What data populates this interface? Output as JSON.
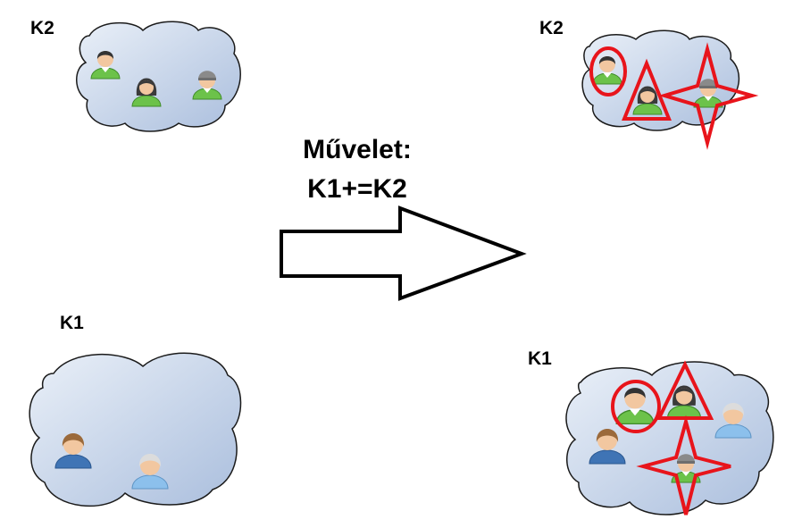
{
  "labels": {
    "k2_before": "K2",
    "k1_before": "K1",
    "k2_after": "K2",
    "k1_after": "K1"
  },
  "operation": {
    "line1": "Művelet:",
    "line2": "K1+=K2"
  },
  "colors": {
    "cloud_fill_light": "#e3ebf6",
    "cloud_fill_dark": "#b4c6e2",
    "cloud_stroke": "#1b1b1b",
    "highlight": "#e8141b",
    "green_body": "#6cc24a",
    "blue_body": "#4d82c4",
    "light_blue_body": "#8fc2ee"
  },
  "persons": {
    "k2_before": [
      "green-dark-hair",
      "green-long-hair",
      "green-grey-cap"
    ],
    "k1_before": [
      "blue-brown-hair",
      "blue-white-hair"
    ],
    "k2_after": [
      "green-dark-hair",
      "green-long-hair",
      "green-grey-cap"
    ],
    "k1_after": [
      "blue-brown-hair",
      "green-dark-hair",
      "green-long-hair",
      "blue-white-hair",
      "green-grey-cap"
    ]
  },
  "markers": [
    "circle",
    "triangle",
    "four-point-star"
  ]
}
